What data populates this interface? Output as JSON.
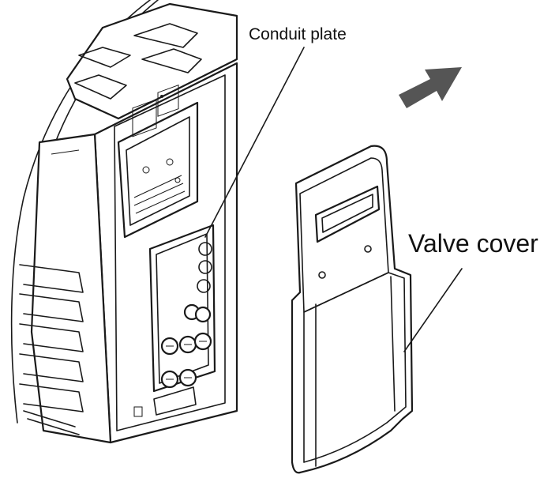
{
  "labels": {
    "conduit_plate": "Conduit plate",
    "valve_cover": "Valve cover"
  },
  "colors": {
    "line": "#1a1a1a",
    "arrow": "#555555",
    "background": "#ffffff"
  },
  "icons": {
    "direction": "removal-direction-arrow"
  }
}
